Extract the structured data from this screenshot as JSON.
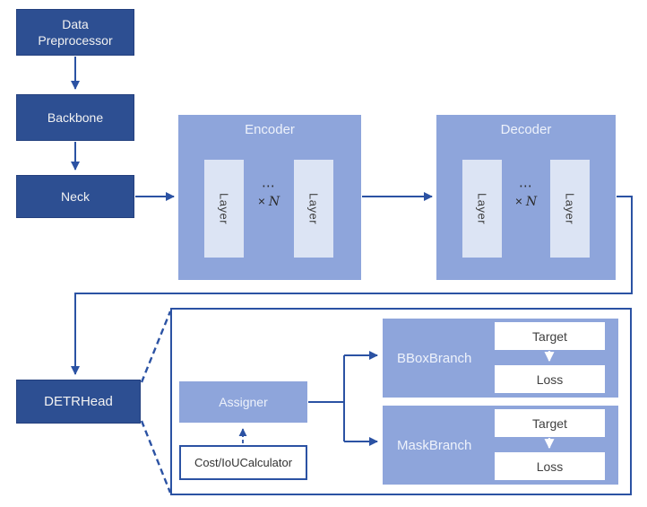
{
  "colors": {
    "dark_box": "#2d4f92",
    "dark_box_border": "#24407e",
    "medium_box": "#8ea5db",
    "light_box": "#dce4f4",
    "line": "#2b52a3",
    "text_on_dark": "#f2f2f2",
    "text_dark": "#3f3f3f"
  },
  "pipeline": {
    "data_preprocessor": {
      "line1": "Data",
      "line2": "Preprocessor"
    },
    "backbone": "Backbone",
    "neck": "Neck",
    "detr_head": "DETRHead"
  },
  "encoder": {
    "title": "Encoder",
    "layers": [
      "Layer",
      "Layer"
    ],
    "ellipsis": "⋯",
    "times": "×",
    "n": "N"
  },
  "decoder": {
    "title": "Decoder",
    "layers": [
      "Layer",
      "Layer"
    ],
    "ellipsis": "⋯",
    "times": "×",
    "n": "N"
  },
  "head_detail": {
    "assigner": "Assigner",
    "cost_calculator": "Cost/IoUCalculator",
    "bbox_branch": {
      "label": "BBoxBranch",
      "target": "Target",
      "loss": "Loss"
    },
    "mask_branch": {
      "label": "MaskBranch",
      "target": "Target",
      "loss": "Loss"
    }
  }
}
